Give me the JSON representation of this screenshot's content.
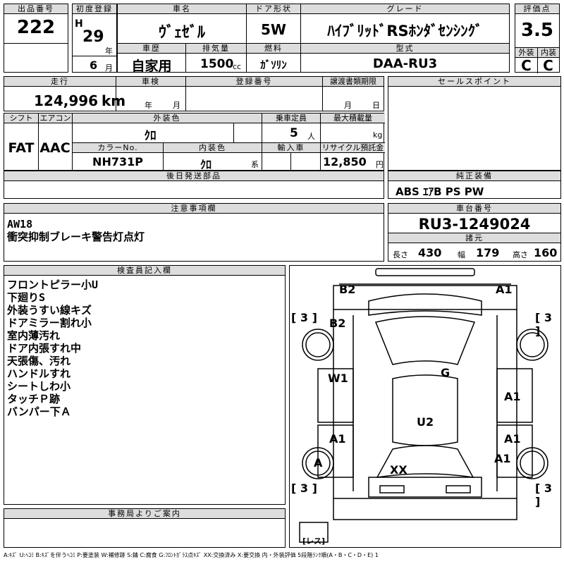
{
  "labels": {
    "lot_no": "出品番号",
    "first_reg": "初度登録",
    "car_name": "車名",
    "door": "ドア形状",
    "grade": "グレード",
    "score": "評価点",
    "history": "車歴",
    "displacement": "排気量",
    "fuel": "燃料",
    "model_code": "型式",
    "exterior": "外装",
    "interior": "内装",
    "mileage": "走行",
    "inspection": "車検",
    "reg_no": "登録番号",
    "transfer_deadline": "譲渡書類期限",
    "sales_point": "セールスポイント",
    "shift": "シフト",
    "aircon": "エアコン",
    "ext_color": "外装色",
    "capacity": "乗車定員",
    "max_load": "最大積載量",
    "color_no": "カラーNo.",
    "int_color": "内装色",
    "import": "輸入車",
    "recycle": "リサイクル預託金",
    "later_parts": "後日発送部品",
    "equipment": "純正装備",
    "notes": "注意事項欄",
    "chassis": "車台番号",
    "dimensions": "諸元",
    "inspector": "検査員記入欄",
    "office": "事務局よりご案内",
    "year_unit": "年",
    "month_unit": "月",
    "cc": "cc",
    "km": "km",
    "person": "人",
    "kg": "kg",
    "yen": "円",
    "kei": "系",
    "len": "長さ",
    "wid": "幅",
    "hgt": "高さ",
    "less": "レス"
  },
  "lot": "222",
  "era": "H",
  "reg_year": "29",
  "reg_month": "6",
  "car_name": "ｳﾞｪｾﾞﾙ",
  "door_type": "5W",
  "grade": "ﾊｲﾌﾞﾘｯﾄﾞRSﾎﾝﾀﾞｾﾝｼﾝｸﾞ",
  "score": "3.5",
  "car_history": "自家用",
  "displacement": "1500",
  "fuel": "ｶﾞｿﾘﾝ",
  "model_code": "DAA-RU3",
  "ext_grade": "C",
  "int_grade": "C",
  "mileage": "124,996",
  "shift": "FAT",
  "aircon": "AAC",
  "ext_color": "ｸﾛ",
  "capacity": "5",
  "color_no": "NH731P",
  "int_color": "ｸﾛ",
  "recycle_fee": "12,850",
  "equipment": "ABS ｴｱB PS PW",
  "notes": [
    "AW18",
    "衝突抑制ブレーキ警告灯点灯"
  ],
  "chassis_no": "RU3-1249024",
  "dims": {
    "length": "430",
    "width": "179",
    "height": "160"
  },
  "inspector_notes": [
    "フロントピラー小U",
    "下廻りS",
    "外装うすい線キズ",
    "ドアミラー割れ小",
    "室内薄汚れ",
    "ドア内張すれ中",
    "天張傷、汚れ",
    "ハンドルすれ",
    "シートしわ小",
    "タッチＰ跡",
    "バンパー下Ａ"
  ],
  "diagram": {
    "tire_marks": [
      "[ 3 ]",
      "[ 3 ]",
      "[ 3 ]",
      "[ 3 ]"
    ],
    "damage": [
      "B2",
      "A1",
      "B2",
      "G",
      "W1",
      "A1",
      "U2",
      "A1",
      "A1",
      "A1",
      "A",
      "XX"
    ]
  },
  "legend": "A:ｷｽﾞ U:ﾍｺﾐ B:ｷｽﾞを伴うﾍｺﾐ P:要塗装 W:補修跡 S:錆 C:腐食 G:ﾌﾛﾝﾄｶﾞﾗｽ点ｷｽﾞ XX:交換済み X:要交換 内・外装評価 5段階ﾗﾝｸ順(A・B・C・D・E) 1"
}
